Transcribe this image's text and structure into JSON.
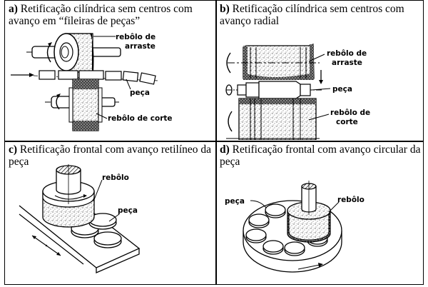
{
  "table": {
    "cells": [
      {
        "letter": "a)",
        "caption": " Retificação cilíndrica sem centros com avanço em “fileiras de peças”",
        "labels": {
          "drive_wheel_1": "rebôlo de",
          "drive_wheel_2": "arraste",
          "workpiece": "peça",
          "cutting_wheel": "rebôlo de corte"
        }
      },
      {
        "letter": "b)",
        "caption": " Retificação cilíndrica sem centros com avanço radial",
        "labels": {
          "drive_wheel_1": "rebôlo de",
          "drive_wheel_2": "arraste",
          "workpiece": "peça",
          "cutting_wheel_1": "rebôlo de",
          "cutting_wheel_2": "corte"
        }
      },
      {
        "letter": "c)",
        "caption": " Retificação frontal com avanço retilíneo da peça",
        "labels": {
          "wheel": "rebôlo",
          "workpiece": "peça"
        }
      },
      {
        "letter": "d)",
        "caption": " Retificação frontal com avanço circular da peça",
        "labels": {
          "wheel": "rebôlo",
          "workpiece": "peça"
        }
      }
    ]
  }
}
